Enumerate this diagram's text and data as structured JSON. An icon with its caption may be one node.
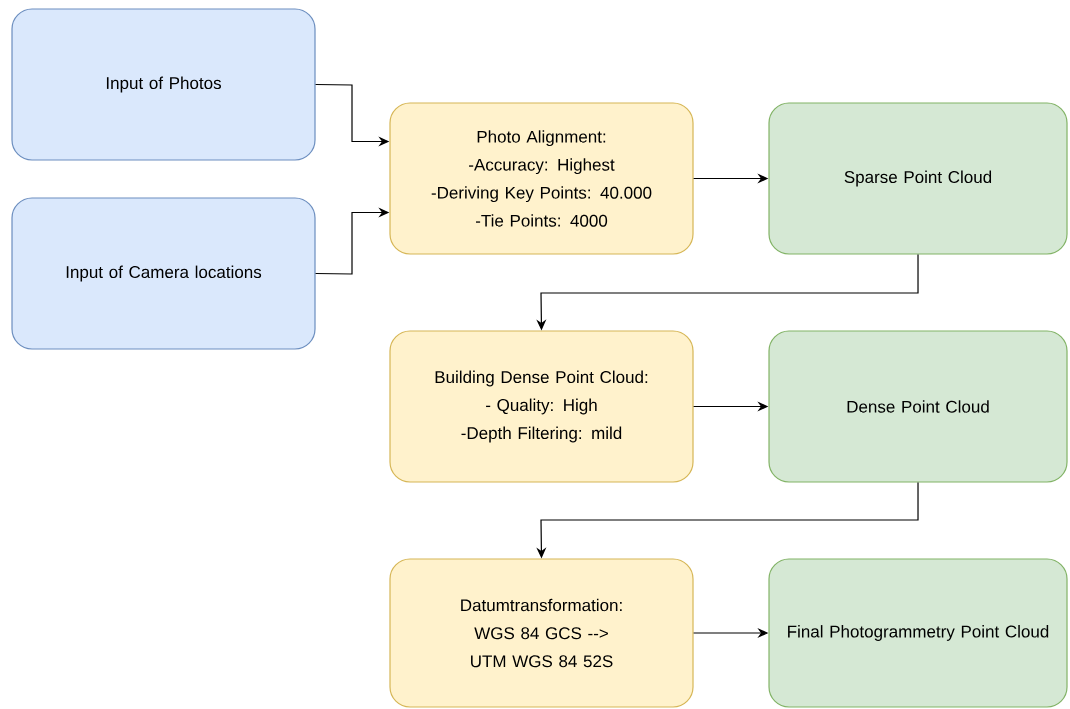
{
  "diagram": {
    "nodes": [
      {
        "text": [
          "Input of Photos"
        ]
      },
      {
        "text": [
          "Input of Camera locations"
        ]
      },
      {
        "text": [
          "Photo Alignment:",
          "-Accuracy: Highest",
          "-Deriving Key Points: 40.000",
          "-Tie Points: 4000"
        ]
      },
      {
        "text": [
          "Sparse Point Cloud"
        ]
      },
      {
        "text": [
          "Building Dense Point Cloud:",
          "- Quality: High",
          "-Depth Filtering: mild"
        ]
      },
      {
        "text": [
          "Dense Point Cloud"
        ]
      },
      {
        "text": [
          "Datumtransformation:",
          "WGS 84 GCS -->",
          "UTM WGS 84 52S"
        ]
      },
      {
        "text": [
          "Final Photogrammetry Point Cloud"
        ]
      }
    ],
    "edges": [
      {
        "from": 0,
        "to": 2,
        "arrow": "to"
      },
      {
        "from": 1,
        "to": 2,
        "arrow": "to"
      },
      {
        "from": 2,
        "to": 3,
        "arrow": "to"
      },
      {
        "from": 3,
        "to": 4,
        "arrow": "to"
      },
      {
        "from": 4,
        "to": 5,
        "arrow": "to"
      },
      {
        "from": 5,
        "to": 6,
        "arrow": "to"
      },
      {
        "from": 6,
        "to": 7,
        "arrow": "to"
      }
    ]
  }
}
